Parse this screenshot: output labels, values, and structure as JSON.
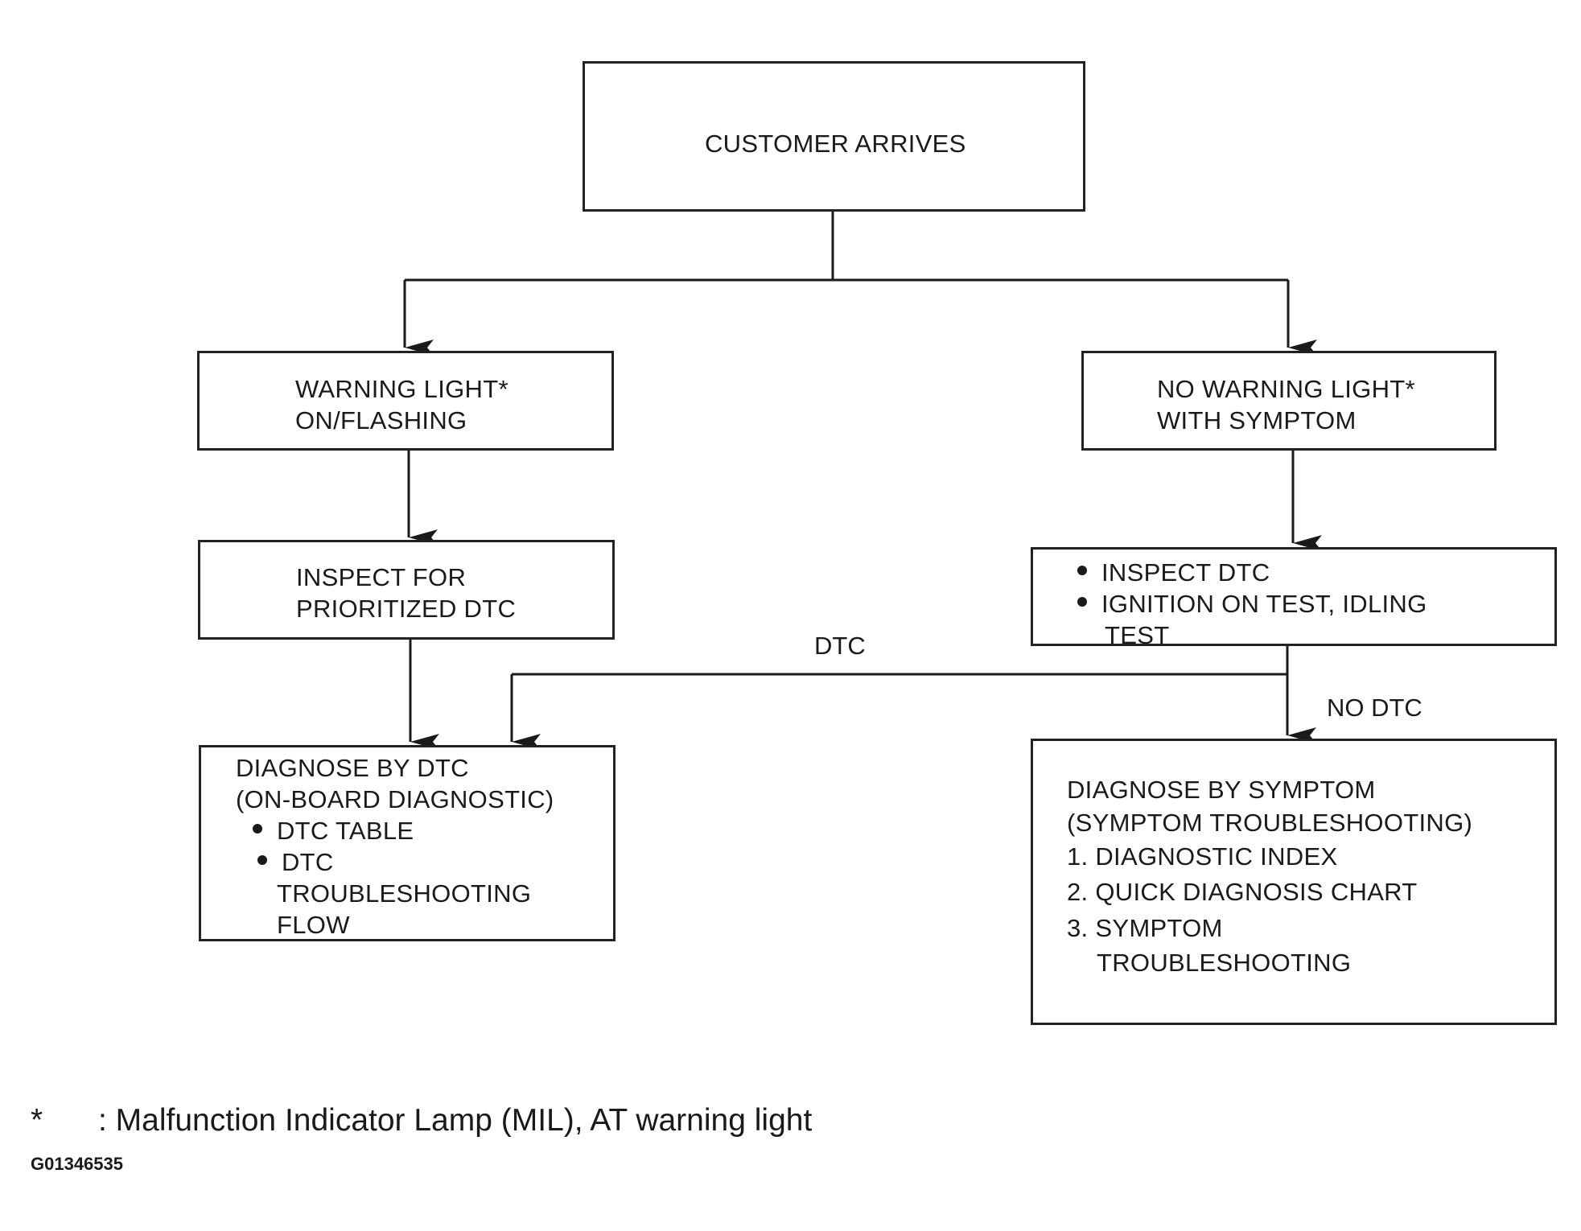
{
  "boxes": {
    "customer_arrives": "CUSTOMER ARRIVES",
    "warning_light": [
      "WARNING LIGHT*",
      "ON/FLASHING"
    ],
    "no_warning_light": [
      "NO WARNING LIGHT*",
      "WITH SYMPTOM"
    ],
    "inspect_prioritized": [
      "INSPECT FOR",
      "PRIORITIZED DTC"
    ],
    "inspect_dtc": {
      "bullet_1": "INSPECT DTC",
      "bullet_2_lines": [
        "IGNITION ON TEST, IDLING",
        "TEST"
      ]
    },
    "diagnose_by_dtc": {
      "title_lines": [
        "DIAGNOSE BY DTC",
        "(ON-BOARD DIAGNOSTIC)"
      ],
      "bullet_1": "DTC TABLE",
      "bullet_2_lines": [
        "DTC",
        "TROUBLESHOOTING",
        "FLOW"
      ]
    },
    "diagnose_by_symptom": {
      "title_lines": [
        "DIAGNOSE BY SYMPTOM",
        "(SYMPTOM TROUBLESHOOTING)"
      ],
      "items": [
        "1. DIAGNOSTIC INDEX",
        "2. QUICK DIAGNOSIS CHART",
        "3. SYMPTOM"
      ],
      "item_3_continuation": "TROUBLESHOOTING"
    }
  },
  "edge_labels": {
    "dtc": "DTC",
    "no_dtc": "NO DTC"
  },
  "footnote": {
    "symbol": "*",
    "text": ": Malfunction Indicator Lamp (MIL), AT warning light"
  },
  "figure_id": "G01346535"
}
